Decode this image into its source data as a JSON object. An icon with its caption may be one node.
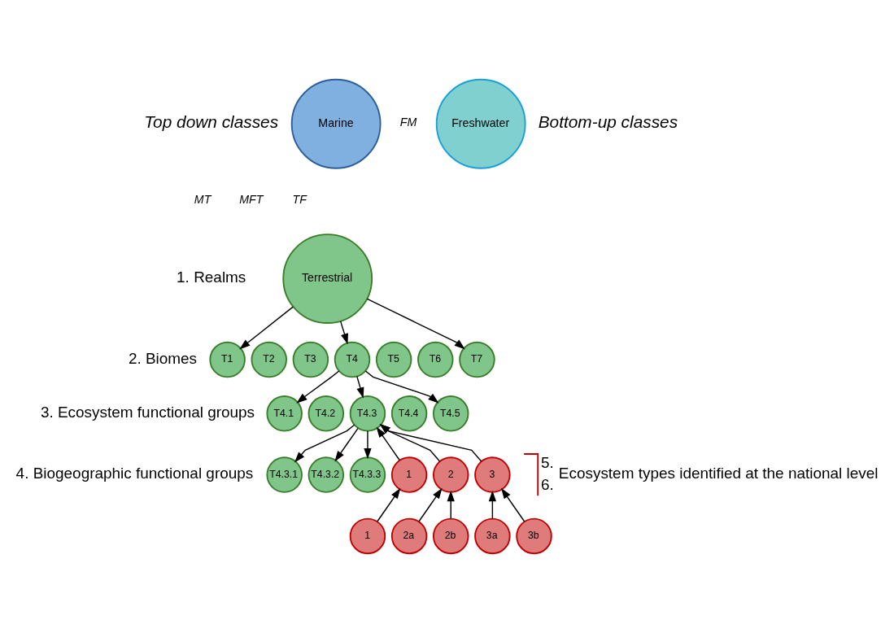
{
  "diagram": {
    "nodes": [
      {
        "text": [
          "Marine"
        ]
      },
      {
        "text": [
          "Freshwater"
        ]
      },
      {
        "text": [
          "Terrestrial"
        ]
      },
      {
        "text": [
          "T1"
        ]
      },
      {
        "text": [
          "T2"
        ]
      },
      {
        "text": [
          "T3"
        ]
      },
      {
        "text": [
          "T4"
        ]
      },
      {
        "text": [
          "T5"
        ]
      },
      {
        "text": [
          "T6"
        ]
      },
      {
        "text": [
          "T7"
        ]
      },
      {
        "text": [
          "T4.1"
        ]
      },
      {
        "text": [
          "T4.2"
        ]
      },
      {
        "text": [
          "T4.3"
        ]
      },
      {
        "text": [
          "T4.4"
        ]
      },
      {
        "text": [
          "T4.5"
        ]
      },
      {
        "text": [
          "T4.3.1"
        ]
      },
      {
        "text": [
          "T4.3.2"
        ]
      },
      {
        "text": [
          "T4.3.3"
        ]
      },
      {
        "text": [
          "1"
        ]
      },
      {
        "text": [
          "2"
        ]
      },
      {
        "text": [
          "3"
        ]
      },
      {
        "text": [
          "1"
        ]
      },
      {
        "text": [
          "2a"
        ]
      },
      {
        "text": [
          "2b"
        ]
      },
      {
        "text": [
          "3a"
        ]
      },
      {
        "text": [
          "3b"
        ]
      }
    ],
    "edges": [
      {
        "from": 2,
        "to": 3,
        "arrow": "to"
      },
      {
        "from": 2,
        "to": 6,
        "arrow": "to"
      },
      {
        "from": 2,
        "to": 9,
        "arrow": "to"
      },
      {
        "from": 6,
        "to": 10,
        "arrow": "to"
      },
      {
        "from": 6,
        "to": 12,
        "arrow": "to"
      },
      {
        "from": 6,
        "to": 14,
        "arrow": "to"
      },
      {
        "from": 12,
        "to": 15,
        "arrow": "to"
      },
      {
        "from": 12,
        "to": 16,
        "arrow": "to"
      },
      {
        "from": 12,
        "to": 17,
        "arrow": "to"
      },
      {
        "from": 18,
        "to": 12,
        "arrow": "to"
      },
      {
        "from": 19,
        "to": 12,
        "arrow": "to"
      },
      {
        "from": 20,
        "to": 12,
        "arrow": "to"
      },
      {
        "from": 21,
        "to": 18,
        "arrow": "to"
      },
      {
        "from": 22,
        "to": 19,
        "arrow": "to"
      },
      {
        "from": 23,
        "to": 19,
        "arrow": "to"
      },
      {
        "from": 24,
        "to": 20,
        "arrow": "to"
      },
      {
        "from": 25,
        "to": 20,
        "arrow": "to"
      }
    ],
    "labels": [
      "Top down classes",
      "FM",
      "Bottom-up classes",
      "MFT",
      "MT",
      "TF",
      "1. Realms",
      "2. Biomes",
      "3. Ecosystem functional groups",
      "4. Biogeographic functional groups",
      "5.",
      "Ecosystem types identified at the national level",
      "6."
    ]
  }
}
